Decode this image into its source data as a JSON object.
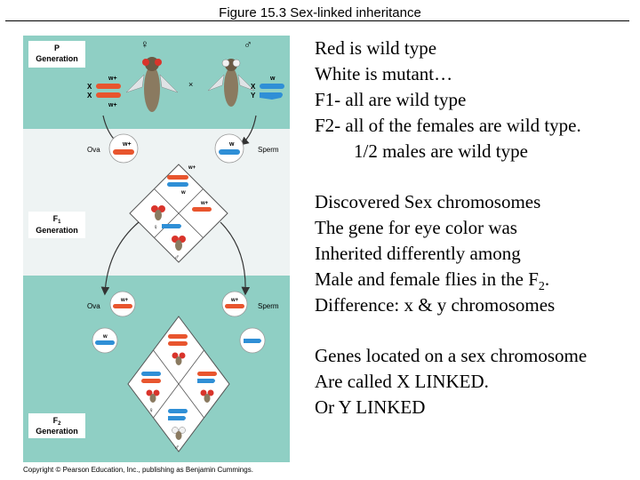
{
  "header": {
    "title": "Figure 15.3  Sex-linked inheritance"
  },
  "figure": {
    "p_label": "P",
    "p_generation": "Generation",
    "f1_label": "F",
    "f1_sub": "1",
    "f1_generation": "Generation",
    "f2_label": "F",
    "f2_sub": "2",
    "f2_generation": "Generation",
    "ova": "Ova",
    "sperm": "Sperm",
    "cross": "×",
    "female_symbol": "♀",
    "male_symbol": "♂",
    "chr_x": "X",
    "chr_y": "Y",
    "allele_wt": "w+",
    "allele_w": "w",
    "copyright": "Copyright © Pearson Education, Inc., publishing as Benjamin Cummings."
  },
  "notes": {
    "block1": {
      "l1": "Red is wild type",
      "l2": "White is mutant…",
      "l3": "F1- all are wild type",
      "l4": "F2- all of the females are wild type.",
      "l5": "1/2 males are wild type"
    },
    "block2": {
      "l1": "Discovered Sex chromosomes",
      "l2": "The gene for eye color was",
      "l3": "Inherited differently among",
      "l4_main": "Male and female flies in the F",
      "l4_sub": "2",
      "l4_end": ".",
      "l5": "Difference: x & y chromosomes"
    },
    "block3": {
      "l1": "Genes located on a sex chromosome",
      "l2": "Are called X LINKED.",
      "l3": "Or Y LINKED"
    }
  },
  "colors": {
    "green_band": "#8fcfc4",
    "white_panel": "#eef3f3",
    "red_chr": "#e8552e",
    "blue_chr": "#2f8fd6"
  }
}
